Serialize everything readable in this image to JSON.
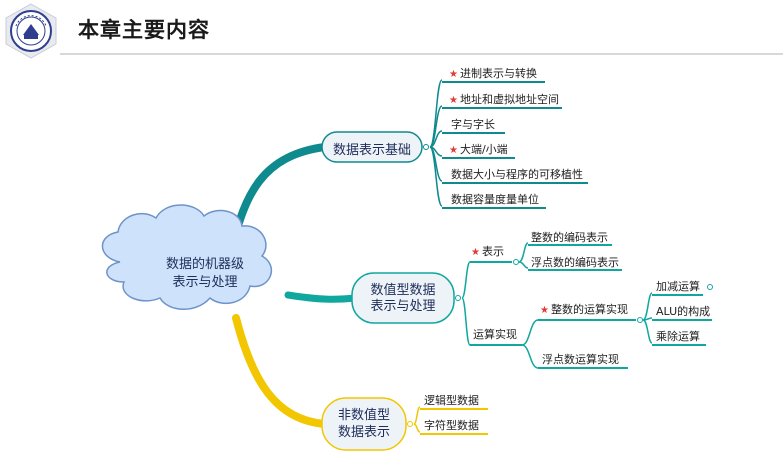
{
  "page": {
    "title": "本章主要内容"
  },
  "logo": {
    "name": "university-seal"
  },
  "colors": {
    "teal": "#0f8a8f",
    "yellow": "#f2c600",
    "cloud": "#cfe2fb",
    "cloud_border": "#6d93c9",
    "accent_red": "#e53935"
  },
  "center": {
    "line1": "数据的机器级",
    "line2": "表示与处理"
  },
  "branches": {
    "b1": {
      "label": "数据表示基础",
      "items": [
        "进制表示与转换",
        "地址和虚拟地址空间",
        "字与字长",
        "大端/小端",
        "数据大小与程序的可移植性",
        "数据容量度量单位"
      ],
      "starred": [
        true,
        true,
        false,
        true,
        false,
        false
      ]
    },
    "b2": {
      "line1": "数值型数据",
      "line2": "表示与处理",
      "rep": {
        "label": "表示",
        "items": [
          "整数的编码表示",
          "浮点数的编码表示"
        ]
      },
      "calc": {
        "label": "运算实现",
        "int_label": "整数的运算实现",
        "int_items": [
          "加减运算",
          "ALU的构成",
          "乘除运算"
        ],
        "float_label": "浮点数运算实现"
      }
    },
    "b3": {
      "line1": "非数值型",
      "line2": "数据表示",
      "items": [
        "逻辑型数据",
        "字符型数据"
      ]
    }
  }
}
